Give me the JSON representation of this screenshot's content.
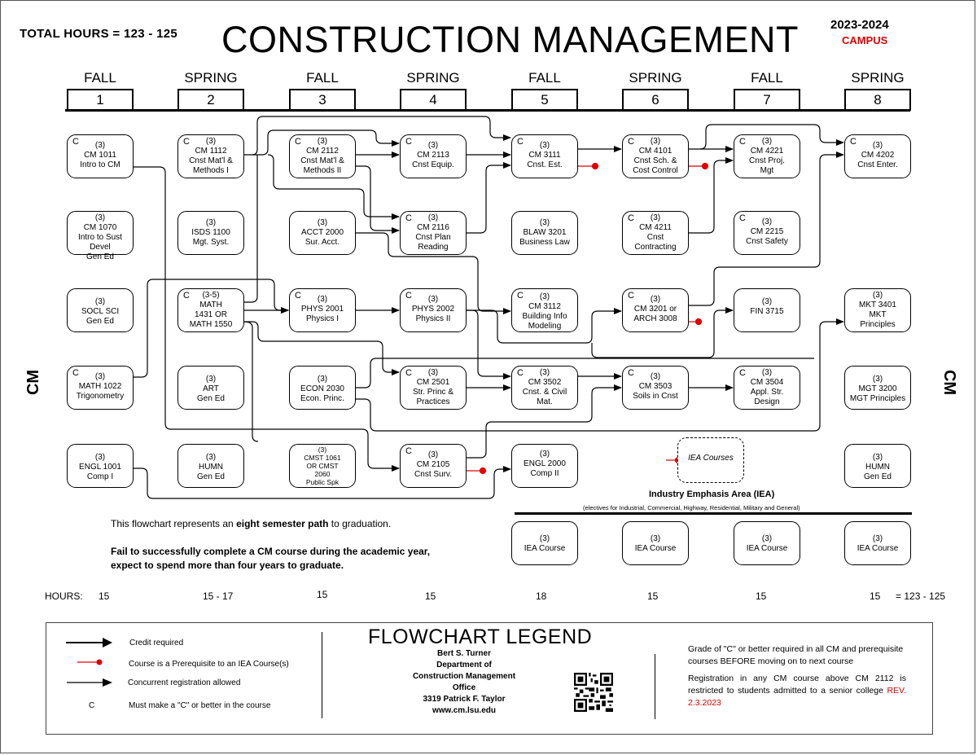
{
  "header": {
    "total_hours": "TOTAL HOURS = 123 - 125",
    "title": "CONSTRUCTION MANAGEMENT",
    "year": "2023-2024",
    "campus": "CAMPUS",
    "side_label_left": "CM",
    "side_label_right": "CM"
  },
  "semesters": [
    {
      "term": "FALL",
      "number": "1"
    },
    {
      "term": "SPRING",
      "number": "2"
    },
    {
      "term": "FALL",
      "number": "3"
    },
    {
      "term": "SPRING",
      "number": "4"
    },
    {
      "term": "FALL",
      "number": "5"
    },
    {
      "term": "SPRING",
      "number": "6"
    },
    {
      "term": "FALL",
      "number": "7"
    },
    {
      "term": "SPRING",
      "number": "8"
    }
  ],
  "courses": {
    "cm1011": {
      "c": "C",
      "credits": "(3)",
      "l1": "CM 1011",
      "l2": "Intro to CM",
      "l3": ""
    },
    "cm1070": {
      "c": "",
      "credits": "(3)",
      "l1": "CM 1070",
      "l2": "Intro to Sust",
      "l3": "Devel",
      "l4": "Gen Ed"
    },
    "socl": {
      "c": "",
      "credits": "(3)",
      "l1": "SOCL SCI",
      "l2": "Gen Ed",
      "l3": ""
    },
    "math1022": {
      "c": "C",
      "credits": "(3)",
      "l1": "MATH 1022",
      "l2": "Trigonometry",
      "l3": ""
    },
    "engl1001": {
      "c": "",
      "credits": "(3)",
      "l1": "ENGL 1001",
      "l2": "Comp I",
      "l3": ""
    },
    "cm1112": {
      "c": "C",
      "credits": "(3)",
      "l1": "CM 1112",
      "l2": "Cnst Mat'l &",
      "l3": "Methods I"
    },
    "isds1100": {
      "c": "",
      "credits": "(3)",
      "l1": "ISDS 1100",
      "l2": "Mgt. Syst.",
      "l3": ""
    },
    "math1431": {
      "c": "C",
      "credits": "(3-5)",
      "l1": "MATH",
      "l2": "1431    OR",
      "l3": "MATH 1550"
    },
    "art": {
      "c": "",
      "credits": "(3)",
      "l1": "ART",
      "l2": "Gen Ed",
      "l3": ""
    },
    "humn1": {
      "c": "",
      "credits": "(3)",
      "l1": "HUMN",
      "l2": "Gen Ed",
      "l3": ""
    },
    "cm2112": {
      "c": "C",
      "credits": "(3)",
      "l1": "CM 2112",
      "l2": "Cnst Mat'l &",
      "l3": "Methods II"
    },
    "acct2000": {
      "c": "",
      "credits": "(3)",
      "l1": "ACCT 2000",
      "l2": "Sur. Acct.",
      "l3": ""
    },
    "phys2001": {
      "c": "C",
      "credits": "(3)",
      "l1": "PHYS 2001",
      "l2": "Physics I",
      "l3": ""
    },
    "econ2030": {
      "c": "",
      "credits": "(3)",
      "l1": "ECON 2030",
      "l2": "Econ. Princ.",
      "l3": ""
    },
    "cmst": {
      "c": "",
      "credits": "(3)",
      "l1": "CMST 1061",
      "l2": "OR CMST",
      "l3": "2060",
      "l4": "Public Spk"
    },
    "cm2113": {
      "c": "C",
      "credits": "(3)",
      "l1": "CM 2113",
      "l2": "Cnst Equip.",
      "l3": ""
    },
    "cm2116": {
      "c": "C",
      "credits": "(3)",
      "l1": "CM 2116",
      "l2": "Cnst Plan",
      "l3": "Reading"
    },
    "phys2002": {
      "c": "C",
      "credits": "(3)",
      "l1": "PHYS 2002",
      "l2": "Physics II",
      "l3": ""
    },
    "cm2501": {
      "c": "C",
      "credits": "(3)",
      "l1": "CM 2501",
      "l2": "Str. Princ &",
      "l3": "Practices"
    },
    "cm2105": {
      "c": "C",
      "credits": "(3)",
      "l1": "CM 2105",
      "l2": "Cnst Surv.",
      "l3": ""
    },
    "cm3111": {
      "c": "C",
      "credits": "(3)",
      "l1": "CM 3111",
      "l2": "Cnst. Est.",
      "l3": ""
    },
    "blaw3201": {
      "c": "",
      "credits": "(3)",
      "l1": "BLAW 3201",
      "l2": "Business Law",
      "l3": ""
    },
    "cm3112": {
      "c": "C",
      "credits": "(3)",
      "l1": "CM 3112",
      "l2": "Building Info",
      "l3": "Modeling"
    },
    "cm3502": {
      "c": "C",
      "credits": "(3)",
      "l1": "CM 3502",
      "l2": "Cnst. & Civil",
      "l3": "Mat."
    },
    "engl2000": {
      "c": "",
      "credits": "(3)",
      "l1": "ENGL 2000",
      "l2": "Comp II",
      "l3": ""
    },
    "cm4101": {
      "c": "C",
      "credits": "(3)",
      "l1": "CM 4101",
      "l2": "Cnst Sch. &",
      "l3": "Cost Control"
    },
    "cm4211": {
      "c": "C",
      "credits": "(3)",
      "l1": "CM 4211",
      "l2": "Cnst",
      "l3": "Contracting"
    },
    "cm3201": {
      "c": "C",
      "credits": "(3)",
      "l1": "CM 3201 or",
      "l2": "ARCH 3008",
      "l3": ""
    },
    "cm3503": {
      "c": "C",
      "credits": "(3)",
      "l1": "CM 3503",
      "l2": "Soils in Cnst",
      "l3": ""
    },
    "cm4221": {
      "c": "C",
      "credits": "(3)",
      "l1": "CM 4221",
      "l2": "Cnst Proj.",
      "l3": "Mgt"
    },
    "cm2215": {
      "c": "C",
      "credits": "(3)",
      "l1": "CM 2215",
      "l2": "Cnst Safety",
      "l3": ""
    },
    "fin3715": {
      "c": "",
      "credits": "(3)",
      "l1": "FIN 3715",
      "l2": "",
      "l3": ""
    },
    "cm3504": {
      "c": "C",
      "credits": "(3)",
      "l1": "CM 3504",
      "l2": "Appl. Str.",
      "l3": "Design"
    },
    "cm4202": {
      "c": "C",
      "credits": "(3)",
      "l1": "CM 4202",
      "l2": "Cnst Enter.",
      "l3": ""
    },
    "mkt3401": {
      "c": "",
      "credits": "(3)",
      "l1": "MKT 3401",
      "l2": "MKT",
      "l3": "Principles"
    },
    "mgt3200": {
      "c": "",
      "credits": "(3)",
      "l1": "MGT 3200",
      "l2": "MGT Principles",
      "l3": ""
    },
    "humn2": {
      "c": "",
      "credits": "(3)",
      "l1": "HUMN",
      "l2": "Gen Ed",
      "l3": ""
    },
    "iea_legend": {
      "label": "IEA Courses"
    },
    "iea5": {
      "c": "",
      "credits": "(3)",
      "l1": "IEA Course",
      "l2": "",
      "l3": ""
    },
    "iea6": {
      "c": "",
      "credits": "(3)",
      "l1": "IEA Course",
      "l2": "",
      "l3": ""
    },
    "iea7": {
      "c": "",
      "credits": "(3)",
      "l1": "IEA Course",
      "l2": "",
      "l3": ""
    },
    "iea8": {
      "c": "",
      "credits": "(3)",
      "l1": "IEA Course",
      "l2": "",
      "l3": ""
    }
  },
  "iea": {
    "title": "Industry Emphasis Area (IEA)",
    "subtitle": "(electives for  Industrial, Commercial, Highway, Residential, Military and General)"
  },
  "notes": {
    "path_prefix": "This flowchart represents an ",
    "path_bold": "eight semester path",
    "path_suffix": " to graduation.",
    "warning_line1": "Fail to successfully complete a CM course during the academic year,",
    "warning_line2": "expect to spend more than four years to graduate."
  },
  "hours": {
    "label": "HOURS:",
    "values": [
      "15",
      "15 - 17",
      "15",
      "15",
      "18",
      "15",
      "15",
      "15"
    ],
    "total": "=   123 - 125"
  },
  "legend": {
    "title": "FLOWCHART LEGEND",
    "items": [
      {
        "symbol": "arrow-bold",
        "label": "Credit required"
      },
      {
        "symbol": "red-dot-line",
        "label": "Course is a Prerequisite to an IEA Course(s)"
      },
      {
        "symbol": "arrow-thin",
        "label": "Concurrent registration allowed"
      },
      {
        "symbol": "C",
        "label": "Must make a \"C\" or better in the course"
      }
    ],
    "office": [
      "Bert S. Turner",
      "Department of",
      "Construction Management",
      "Office",
      "3319 Patrick F. Taylor",
      "www.cm.lsu.edu"
    ],
    "note1": "Grade of \"C\" or better required in all CM and prerequisite courses BEFORE moving on to next course",
    "note2": "Registration in any CM course above CM 2112 is restricted to students admitted to a senior college",
    "revision": "REV. 2.3.2023"
  },
  "colors": {
    "accent_red": "#e00000",
    "line": "#000000"
  }
}
